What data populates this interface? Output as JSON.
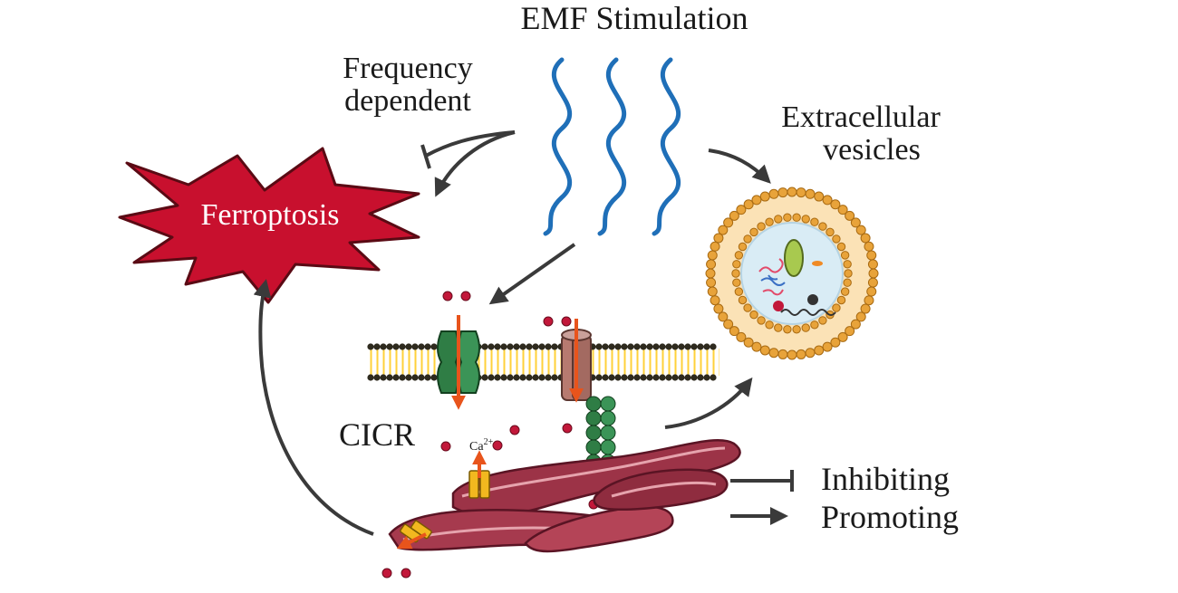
{
  "labels": {
    "title": "EMF Stimulation",
    "frequency_line1": "Frequency",
    "frequency_line2": "dependent",
    "extracellular_line1": "Extracellular",
    "extracellular_line2": "vesicles",
    "ferroptosis": "Ferroptosis",
    "cicr": "CICR",
    "calcium": "Ca",
    "calcium_charge": "2+"
  },
  "legend": {
    "inhibiting": "Inhibiting",
    "promoting": "Promoting"
  },
  "colors": {
    "wave": "#1f6fb8",
    "arrow": "#3a3a3a",
    "ferroptosis_fill": "#c8102e",
    "ferroptosis_stroke": "#5a0a14",
    "calcium_ion": "#c2183a",
    "membrane_head": "#2e2a1e",
    "membrane_tail": "#ffd13a",
    "channel_green": "#2f7d45",
    "receptor_brown": "#b77a70",
    "ca_arrow": "#e8541c",
    "er_fill": "#9c3347",
    "vesicle_head": "#e8a33a",
    "vesicle_core": "#d9ecf5"
  },
  "icons": [
    "em-wave-icon",
    "calcium-channel-icon",
    "ip3-receptor-icon",
    "mitochondrion-icon",
    "vesicle-icon"
  ]
}
